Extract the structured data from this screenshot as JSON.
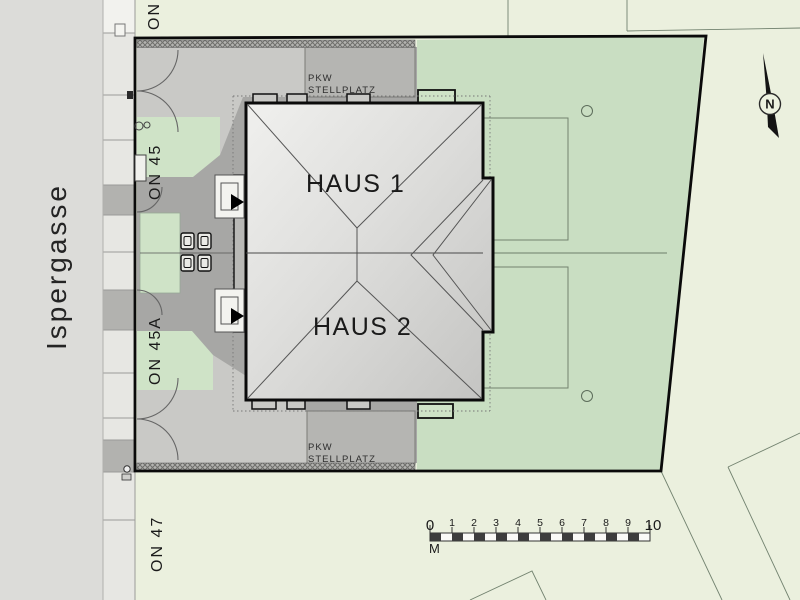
{
  "street": {
    "label": "Ispergasse"
  },
  "parcels": {
    "north": "ON",
    "on45": "ON 45",
    "on45a": "ON 45A",
    "on47": "ON 47"
  },
  "buildings": {
    "haus1": "HAUS 1",
    "haus2": "HAUS 2"
  },
  "parking_north": {
    "line1": "PKW",
    "line2": "STELLPLATZ"
  },
  "parking_south": {
    "line1": "PKW",
    "line2": "STELLPLATZ"
  },
  "compass": {
    "north": "N"
  },
  "scalebar": {
    "start": "0",
    "end": "10",
    "unit": "M",
    "minors": [
      "1",
      "2",
      "3",
      "4",
      "5",
      "6",
      "7",
      "8",
      "9"
    ]
  },
  "colors": {
    "background_pale_green": "#ebf0de",
    "garden_green": "#c9dec2",
    "patch_green": "#cfe3c7",
    "street_gray": "#dcdcd9",
    "sidewalk_gray": "#e7e7e3",
    "paving_dark": "#a7a7a5",
    "paving_light": "#c9c9c6",
    "parking_gray": "#b5b5b2",
    "roof_light": "#f0f0ee",
    "roof_dark": "#c3c3c1",
    "outline_black": "#0a0a0a"
  }
}
